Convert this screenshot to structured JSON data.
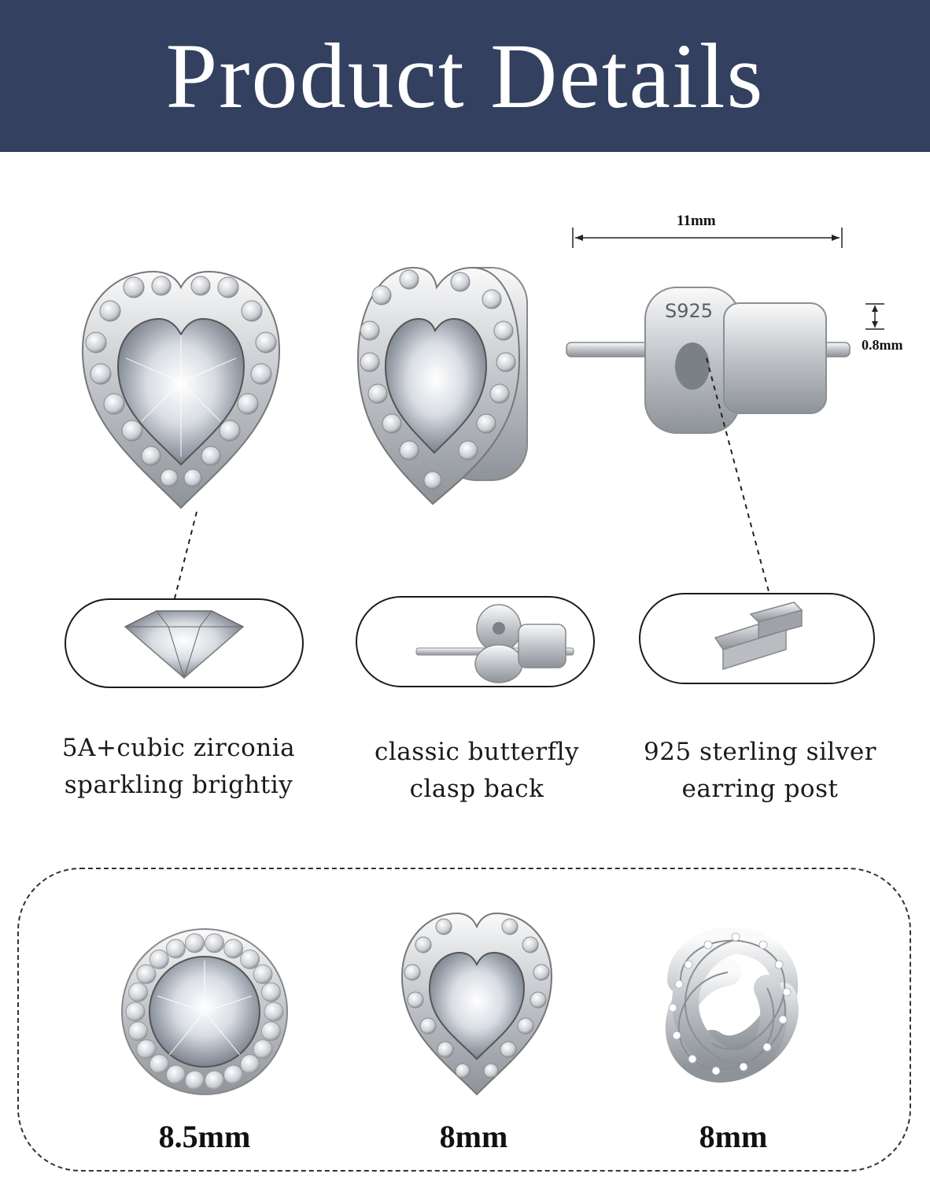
{
  "header": {
    "title": "Product Details"
  },
  "dimensions": {
    "width": "11mm",
    "post_thickness": "0.8mm",
    "stamp": "S925"
  },
  "features": [
    {
      "line1": "5A+cubic zirconia",
      "line2": "sparkling brightiy",
      "icon": "diamond-icon"
    },
    {
      "line1": "classic butterfly",
      "line2": "clasp back",
      "icon": "butterfly-clasp-icon"
    },
    {
      "line1": "925 sterling silver",
      "line2": "earring post",
      "icon": "earring-post-icon"
    }
  ],
  "sizes": [
    {
      "label": "8.5mm",
      "shape": "round-halo-stud"
    },
    {
      "label": "8mm",
      "shape": "heart-halo-stud"
    },
    {
      "label": "8mm",
      "shape": "love-knot-stud"
    }
  ],
  "colors": {
    "banner": "#33405f",
    "text": "#111111",
    "outline": "#1a1a1a"
  }
}
